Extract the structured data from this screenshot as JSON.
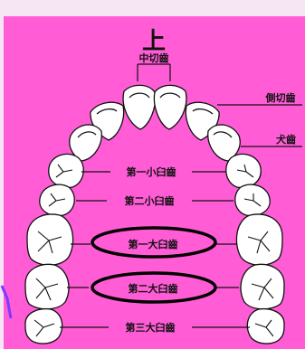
{
  "colors": {
    "panel": "#ff5cd6",
    "background": "#f6e6f4",
    "tooth_fill": "#ffffff",
    "outline": "#111111"
  },
  "diagram": {
    "direction_label": "上",
    "labels": {
      "central_incisor": "中切齒",
      "lateral_incisor": "側切齒",
      "canine": "犬齒",
      "first_premolar": "第一小臼齒",
      "second_premolar": "第二小臼齒",
      "first_molar": "第一大臼齒",
      "second_molar": "第二大臼齒",
      "third_molar": "第三大臼齒"
    },
    "highlighted": [
      "first_molar",
      "second_molar"
    ]
  }
}
